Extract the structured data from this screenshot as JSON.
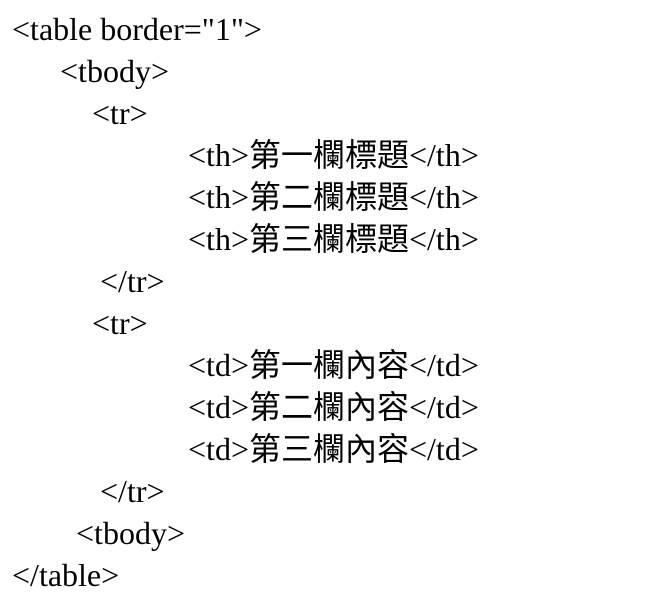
{
  "page": {
    "kind": "code-listing",
    "language": "html",
    "text_color": "#000000",
    "background_color": "#ffffff"
  },
  "code": {
    "lines": [
      "<table border=\"1\">",
      "      <tbody>",
      "          <tr>",
      "                      <th>第一欄標題</th>",
      "                      <th>第二欄標題</th>",
      "                      <th>第三欄標題</th>",
      "           </tr>",
      "          <tr>",
      "                      <td>第一欄內容</td>",
      "                      <td>第二欄內容</td>",
      "                      <td>第三欄內容</td>",
      "           </tr>",
      "        <tbody>",
      "</table>"
    ]
  }
}
